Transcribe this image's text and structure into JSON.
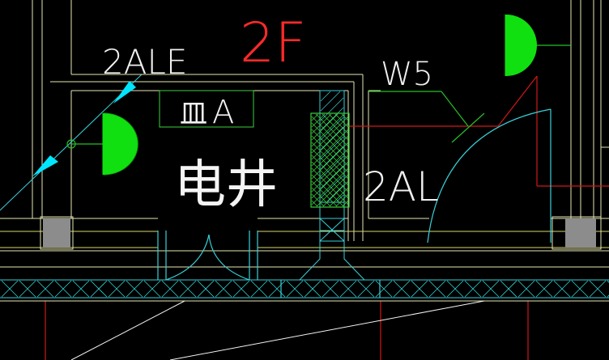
{
  "drawing": {
    "floor_label": "2F",
    "panel_label_ale": "2ALE",
    "wire_label": "W5",
    "panel_label_al": "2AL",
    "room_label": "电井",
    "room_tag_box": "皿",
    "room_tag_letter": "A"
  },
  "colors": {
    "background": "#000000",
    "wall": "#ffffcc",
    "wall_lines": "#e6e6b4",
    "door_cyan": "#39d0d8",
    "hatch_cyan": "#2fd7d7",
    "hatch_green": "#3ccf3c",
    "equipment_green": "#10e010",
    "floor_label_red": "#ff2a2a",
    "leader_green": "#25c025",
    "wire_red": "#d01818",
    "column_gray": "#8c8c8c",
    "light_yellow": "#d7d76a",
    "white_line": "#f4f4f4",
    "arrow_cyan": "#00e5ff"
  }
}
